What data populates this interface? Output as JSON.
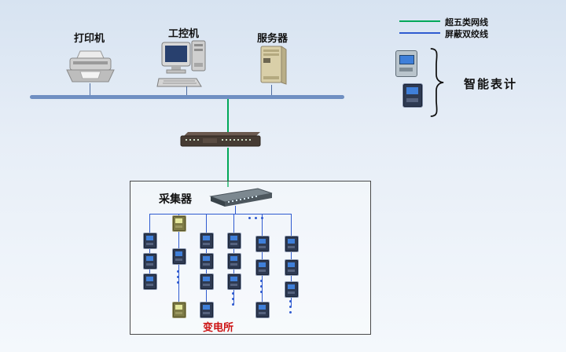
{
  "legend": {
    "cat5_label": "超五类网线",
    "stp_label": "屏蔽双绞线",
    "smart_meter_label": "智能表计"
  },
  "nodes": {
    "printer_label": "打印机",
    "ipc_label": "工控机",
    "server_label": "服务器",
    "collector_label": "采集器",
    "substation_label": "变电所"
  },
  "colors": {
    "cat5_line": "#00a859",
    "stp_line": "#2f5bd0",
    "bus_line": "#6f8fc2",
    "substation_label_color": "#cc1111"
  }
}
